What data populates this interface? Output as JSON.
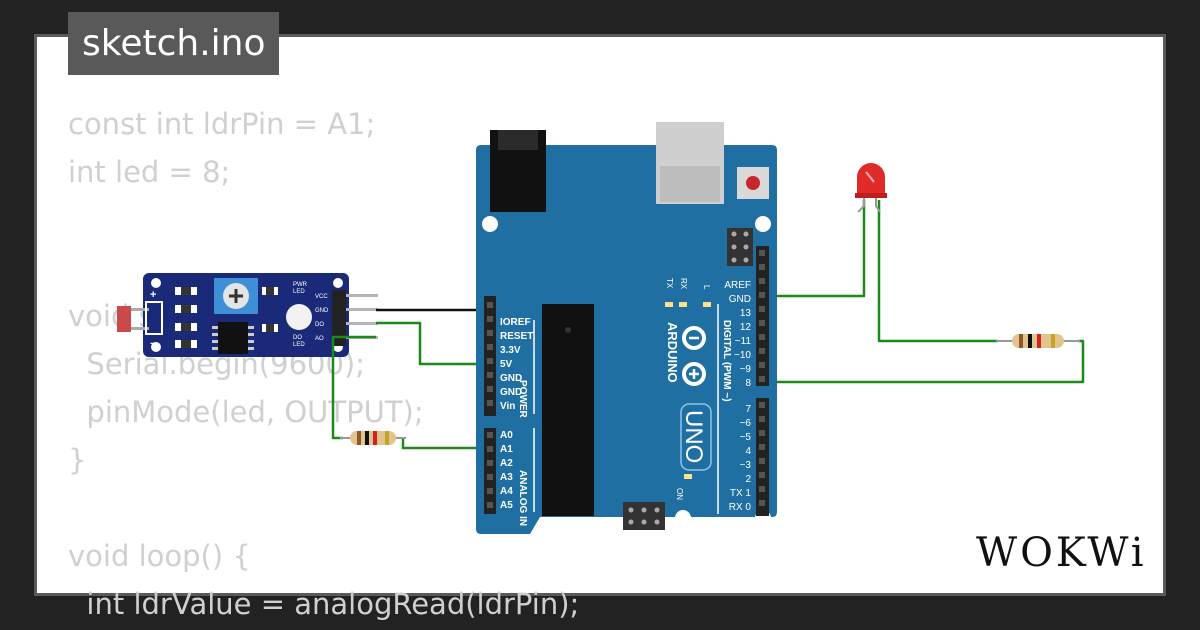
{
  "tab": {
    "title": "sketch.ino"
  },
  "code": {
    "lines": [
      "const int ldrPin = A1;",
      "int led = 8;",
      "",
      "",
      "void setup() {",
      "  Serial.begin(9600);",
      "  pinMode(led, OUTPUT);",
      "}",
      "",
      "void loop() {",
      "  int ldrValue = analogRead(ldrPin);"
    ]
  },
  "sensor": {
    "plus": "+",
    "minus": "−",
    "pins": [
      "VCC",
      "GND",
      "DO",
      "AO"
    ],
    "pwr_led": [
      "PWR",
      "LED"
    ],
    "do_led": [
      "DO",
      "LED"
    ]
  },
  "arduino": {
    "brand": "ARDUINO",
    "model": "UNO",
    "on_label": "ON",
    "tx": "TX",
    "rx": "RX",
    "l": "L",
    "power_pins": [
      "IOREF",
      "RESET",
      "3.3V",
      "5V",
      "GND",
      "GND",
      "Vin"
    ],
    "power_label": "POWER",
    "analog_pins": [
      "A0",
      "A1",
      "A2",
      "A3",
      "A4",
      "A5"
    ],
    "analog_label": "ANALOG IN",
    "digital_top": [
      "AREF",
      "GND",
      "13",
      "12",
      "~11",
      "~10",
      "~9",
      "8"
    ],
    "digital_bottom": [
      "7",
      "~6",
      "~5",
      "4",
      "~3",
      "2",
      "TX 1",
      "RX 0"
    ],
    "digital_label": "DIGITAL (PWM ~)"
  },
  "colors": {
    "board": "#1f6fa3",
    "wire": "#1a8a1a",
    "black_wire": "#111111",
    "led": "#e12b2b"
  },
  "brand": {
    "logo": "WOKWi"
  }
}
